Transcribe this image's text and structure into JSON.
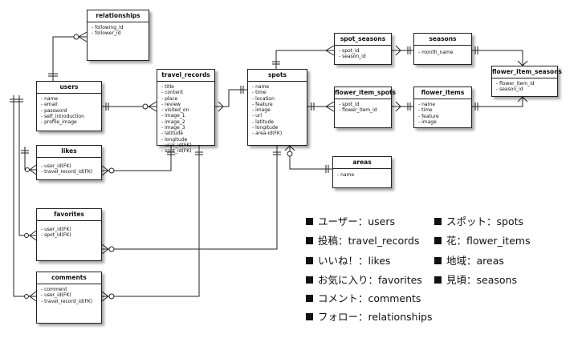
{
  "entities": {
    "relationships": {
      "name": "relationships",
      "fields": [
        "- following_id",
        "- follower_id"
      ]
    },
    "users": {
      "name": "users",
      "fields": [
        "- name",
        "- email",
        "- password",
        "- self_introduction",
        "- profile_image"
      ]
    },
    "likes": {
      "name": "likes",
      "fields": [
        "- user_id(FK)",
        "- travel_record_id(FK)"
      ]
    },
    "favorites": {
      "name": "favorites",
      "fields": [
        "- user_id(FK)",
        "- spot_id(FK)"
      ]
    },
    "comments": {
      "name": "comments",
      "fields": [
        "- comment",
        "- user_id(FK)",
        "- travel_record_id(FK)"
      ]
    },
    "travel_records": {
      "name": "travel_records",
      "fields": [
        "- title",
        "- content",
        "- place",
        "- review",
        "- visited_on",
        "- image_1",
        "- image_2",
        "- image_3",
        "- latitude",
        "- longitude",
        "- user_id(FK)",
        "- spot_id(FK)"
      ]
    },
    "spots": {
      "name": "spots",
      "fields": [
        "- name",
        "- time",
        "- location",
        "- feature",
        "- image",
        "- url",
        "- latitude",
        "- longitude",
        "- area-id(FK)"
      ]
    },
    "spot_seasons": {
      "name": "spot_seasons",
      "fields": [
        "- spot_id",
        "- season_id"
      ]
    },
    "seasons": {
      "name": "seasons",
      "fields": [
        "- month_name"
      ]
    },
    "flower_item_spots": {
      "name": "flower_item_spots",
      "fields": [
        "- spot_id",
        "- flower_item_id"
      ]
    },
    "flower_items": {
      "name": "flower_items",
      "fields": [
        "- name",
        "- time",
        "- feature",
        "- image"
      ]
    },
    "flower_item_seasons": {
      "name": "flower_item_seasons",
      "fields": [
        "- flower_item_id",
        "- season_id"
      ]
    },
    "areas": {
      "name": "areas",
      "fields": [
        "- name"
      ]
    }
  },
  "legend": {
    "left": [
      "ユーザー：users",
      "投稿：travel_records",
      "いいね！：likes",
      "お気に入り：favorites",
      "コメント：comments",
      "フォロー：relationships"
    ],
    "right": [
      "スポット：spots",
      "花：flower_items",
      "地域：areas",
      "見頃：seasons"
    ]
  }
}
